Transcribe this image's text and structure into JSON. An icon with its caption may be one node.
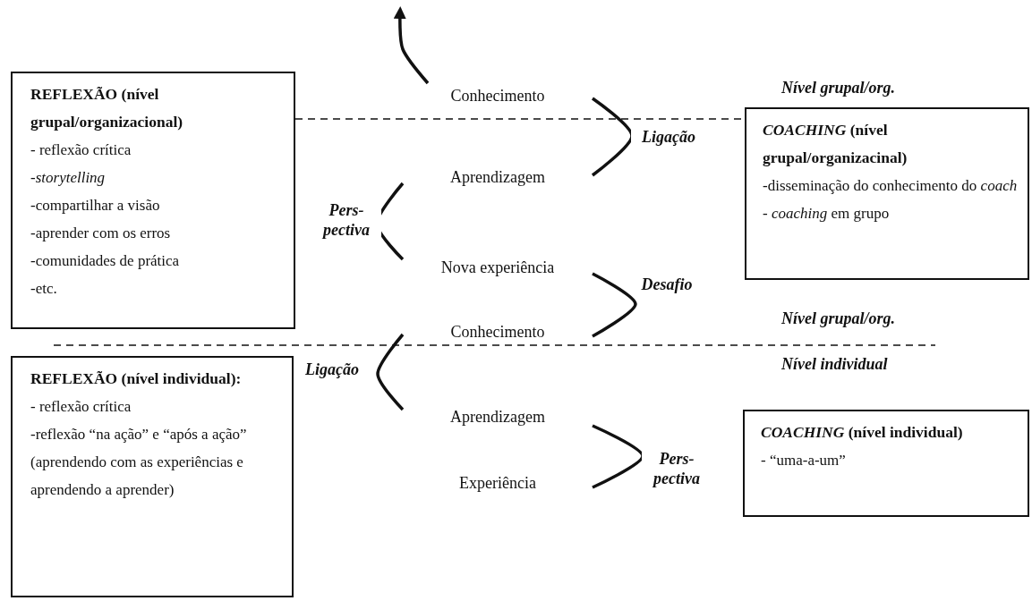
{
  "diagram": {
    "nodes": [
      {
        "text": [
          "REFLEXÃO (nível grupal/organizacional)",
          "- reflexão crítica",
          "-*storytelling*",
          "-compartilhar a visão",
          "-aprender com os erros",
          "-comunidades de prática",
          "-etc."
        ]
      },
      {
        "text": [
          "Conhecimento"
        ]
      },
      {
        "text": [
          "*COACHING* (nível grupal/organizacinal)",
          "-disseminação do conhecimento do *coach*",
          "- *coaching* em grupo"
        ]
      },
      {
        "text": [
          "Aprendizagem"
        ]
      },
      {
        "text": [
          "Nova experiência"
        ]
      },
      {
        "text": [
          "Conhecimento"
        ]
      },
      {
        "text": [
          "REFLEXÃO (nível individual):",
          "- reflexão crítica",
          "-reflexão “na ação” e “após a ação” (aprendendo com as experiências e aprendendo a aprender)"
        ]
      },
      {
        "text": [
          "Aprendizagem"
        ]
      },
      {
        "text": [
          "*COACHING* (nível individual)",
          "- “uma-a-um”"
        ]
      },
      {
        "text": [
          "Experiência"
        ]
      }
    ],
    "edges": [
      {
        "from": 1,
        "to": null,
        "arrow": "to"
      },
      {
        "from": 1,
        "to": 3,
        "arrow": "none",
        "label": "Ligação"
      },
      {
        "from": 3,
        "to": 4,
        "arrow": "none",
        "label": "Pers- pectiva"
      },
      {
        "from": 4,
        "to": 5,
        "arrow": "none",
        "label": "Desafio"
      },
      {
        "from": 5,
        "to": 7,
        "arrow": "none",
        "label": "Ligação"
      },
      {
        "from": 7,
        "to": 9,
        "arrow": "none",
        "label": "Pers- pectiva"
      }
    ],
    "labels": [
      "Nível grupal/org.",
      "Nível grupal/org.",
      "Nível individual"
    ]
  }
}
